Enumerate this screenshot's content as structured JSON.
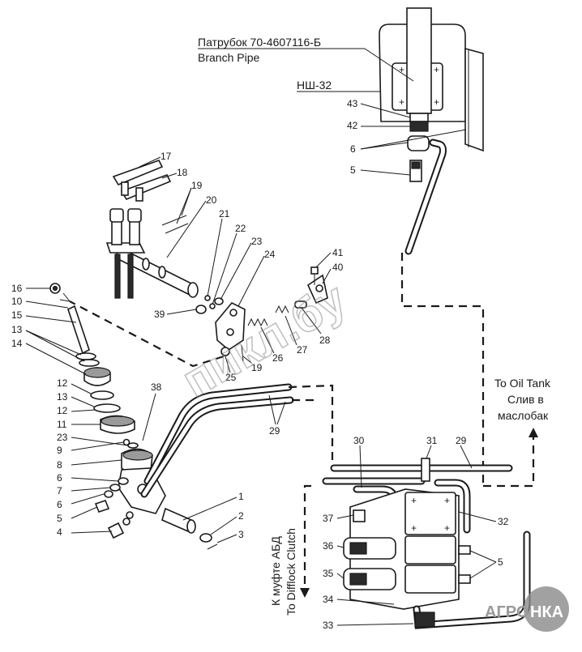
{
  "labels": {
    "branch_pipe_ru": "Патрубок 70-4607116-Б",
    "branch_pipe_en": "Branch Pipe",
    "pump": "НШ-32",
    "oil_tank_en": "To Oil Tank",
    "oil_tank_ru_1": "Слив в",
    "oil_tank_ru_2": "маслобак",
    "clutch_ru": "К муфте АБД",
    "clutch_en": "To Difflock Clutch"
  },
  "callouts": {
    "c1": "1",
    "c2": "2",
    "c3": "3",
    "c4": "4",
    "c5": "5",
    "c6": "6",
    "c7": "7",
    "c8": "8",
    "c9": "9",
    "c10": "10",
    "c11": "11",
    "c12": "12",
    "c13": "13",
    "c14": "14",
    "c15": "15",
    "c16": "16",
    "c17": "17",
    "c18": "18",
    "c19": "19",
    "c20": "20",
    "c21": "21",
    "c22": "22",
    "c23": "23",
    "c24": "24",
    "c25": "25",
    "c26": "26",
    "c27": "27",
    "c28": "28",
    "c29": "29",
    "c30": "30",
    "c31": "31",
    "c32": "32",
    "c33": "33",
    "c34": "34",
    "c35": "35",
    "c36": "36",
    "c37": "37",
    "c38": "38",
    "c39": "39",
    "c40": "40",
    "c41": "41",
    "c42": "42",
    "c43": "43"
  },
  "watermark": "пикл.бу",
  "logo": {
    "left": "АГРО",
    "right": "НКА"
  },
  "colors": {
    "ink": "#1a1a1a",
    "paper": "#ffffff",
    "logo_circle": "#8a8a8a"
  }
}
